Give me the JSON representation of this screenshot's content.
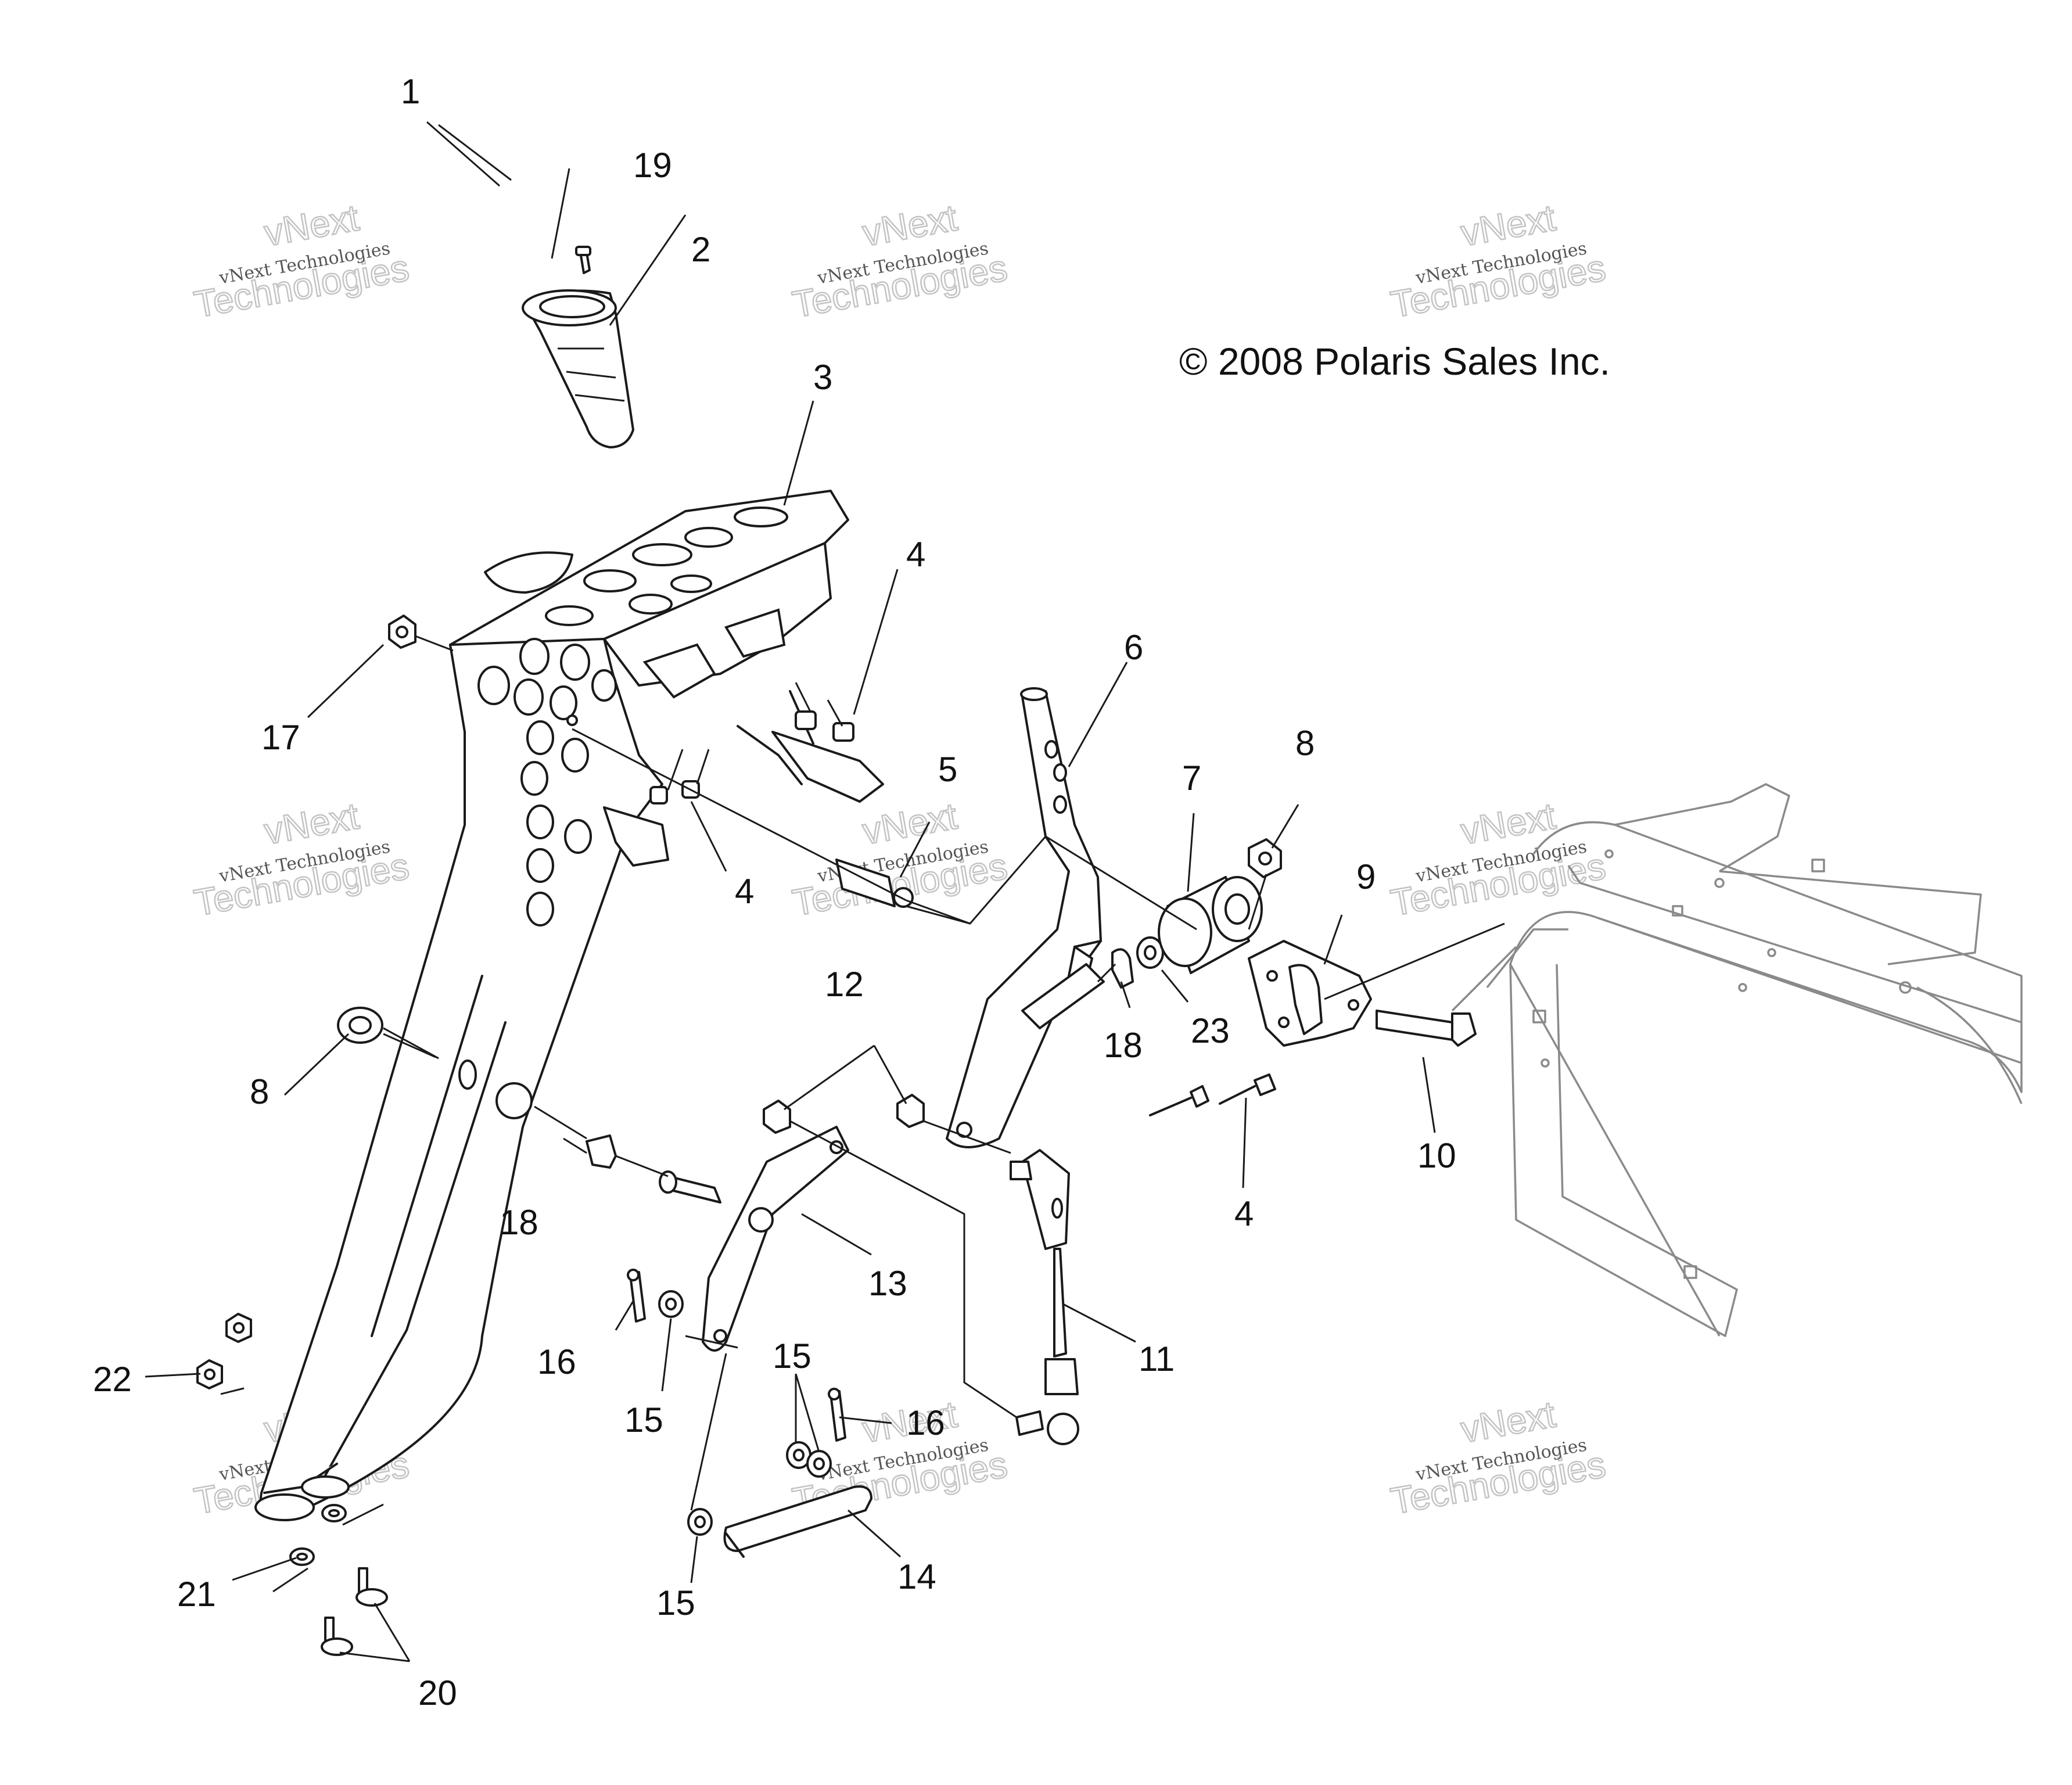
{
  "copyright": "© 2008 Polaris Sales Inc.",
  "watermark": {
    "line1": "vNext Technologies",
    "line2": "vNext",
    "line3": "Technologies"
  },
  "callouts": {
    "c1": "1",
    "c19": "19",
    "c2": "2",
    "c3": "3",
    "c4a": "4",
    "c4b": "4",
    "c4c": "4",
    "c17": "17",
    "c6": "6",
    "c5": "5",
    "c7": "7",
    "c8a": "8",
    "c8b": "8",
    "c9": "9",
    "c18a": "18",
    "c18b": "18",
    "c23": "23",
    "c10": "10",
    "c12": "12",
    "c13": "13",
    "c11": "11",
    "c16a": "16",
    "c16b": "16",
    "c15a": "15",
    "c15b": "15",
    "c15c": "15",
    "c14": "14",
    "c22": "22",
    "c21": "21",
    "c20": "20"
  },
  "colors": {
    "ink": "#1a1a1a",
    "ghost_part": "#8a8a8a",
    "watermark": "#c4c4c4"
  }
}
